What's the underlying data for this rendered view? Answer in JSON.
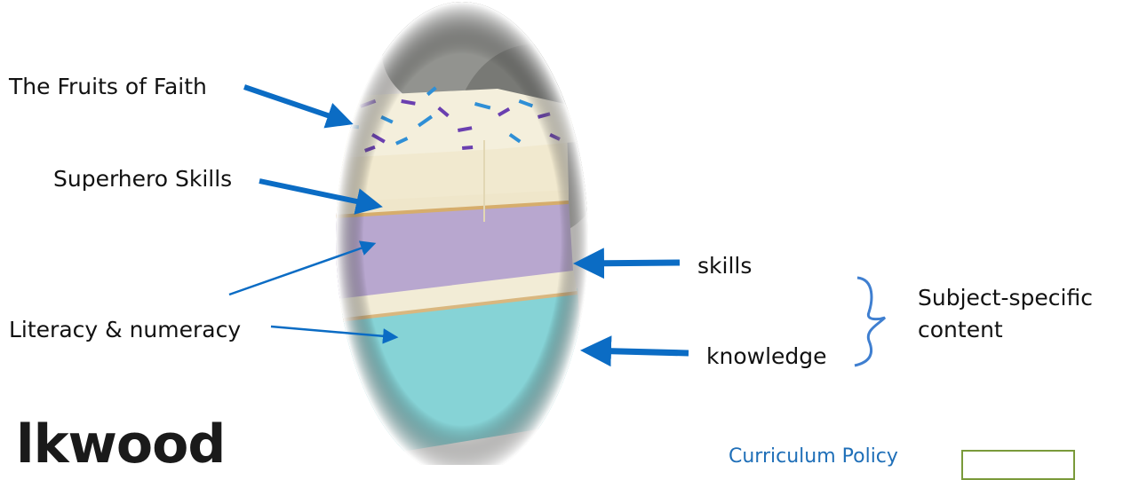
{
  "labels": {
    "fruits_of_faith": "The Fruits of Faith",
    "superhero_skills": "Superhero Skills",
    "literacy_numeracy": "Literacy & numeracy",
    "skills": "skills",
    "knowledge": "knowledge",
    "subject_specific_line1": "Subject-specific",
    "subject_specific_line2": "content"
  },
  "footer": {
    "partial_heading": "lkwood",
    "curriculum_link": "Curriculum Policy"
  },
  "colors": {
    "arrow": "#0b6cc4",
    "brace": "#3f7fd0",
    "icing": "#f4efdc",
    "sponge_top": "#f1e9cf",
    "sponge_purple": "#b8a7cf",
    "sponge_cyan": "#86d3d6",
    "sprinkle_purple": "#6a3fb0",
    "sprinkle_blue": "#2f8fd6",
    "link": "#1f6fb8"
  }
}
